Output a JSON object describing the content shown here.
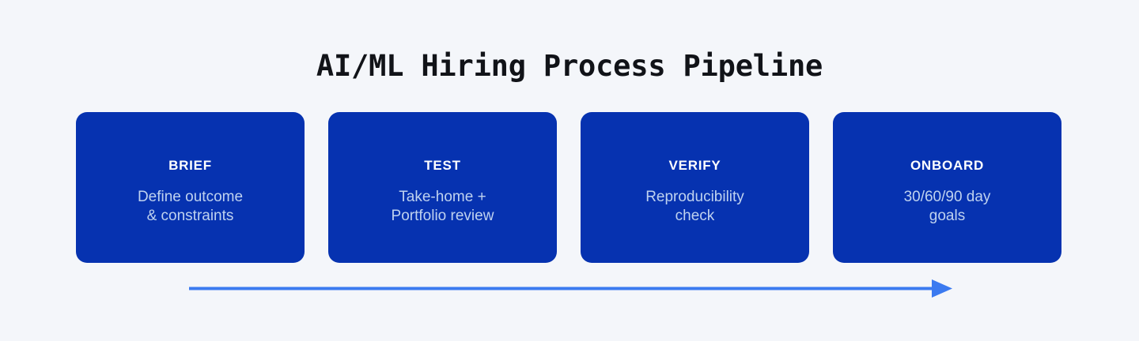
{
  "page": {
    "title": "AI/ML Hiring Process Pipeline",
    "background_color": "#F4F6FA",
    "title_color": "#111318"
  },
  "theme": {
    "card_color": "#0632B0",
    "card_label_color": "#FFFFFF",
    "card_desc_color": "#BFD2EF",
    "arrow_color": "#3B7AF0"
  },
  "pipeline": {
    "stages": [
      {
        "label": "BRIEF",
        "desc_line1": "Define outcome",
        "desc_line2": "& constraints"
      },
      {
        "label": "TEST",
        "desc_line1": "Take-home +",
        "desc_line2": "Portfolio review"
      },
      {
        "label": "VERIFY",
        "desc_line1": "Reproducibility",
        "desc_line2": "check"
      },
      {
        "label": "ONBOARD",
        "desc_line1": "30/60/90 day",
        "desc_line2": "goals"
      }
    ],
    "flow_arrow": {
      "icon": "arrow-right-icon",
      "direction": "left-to-right"
    }
  }
}
